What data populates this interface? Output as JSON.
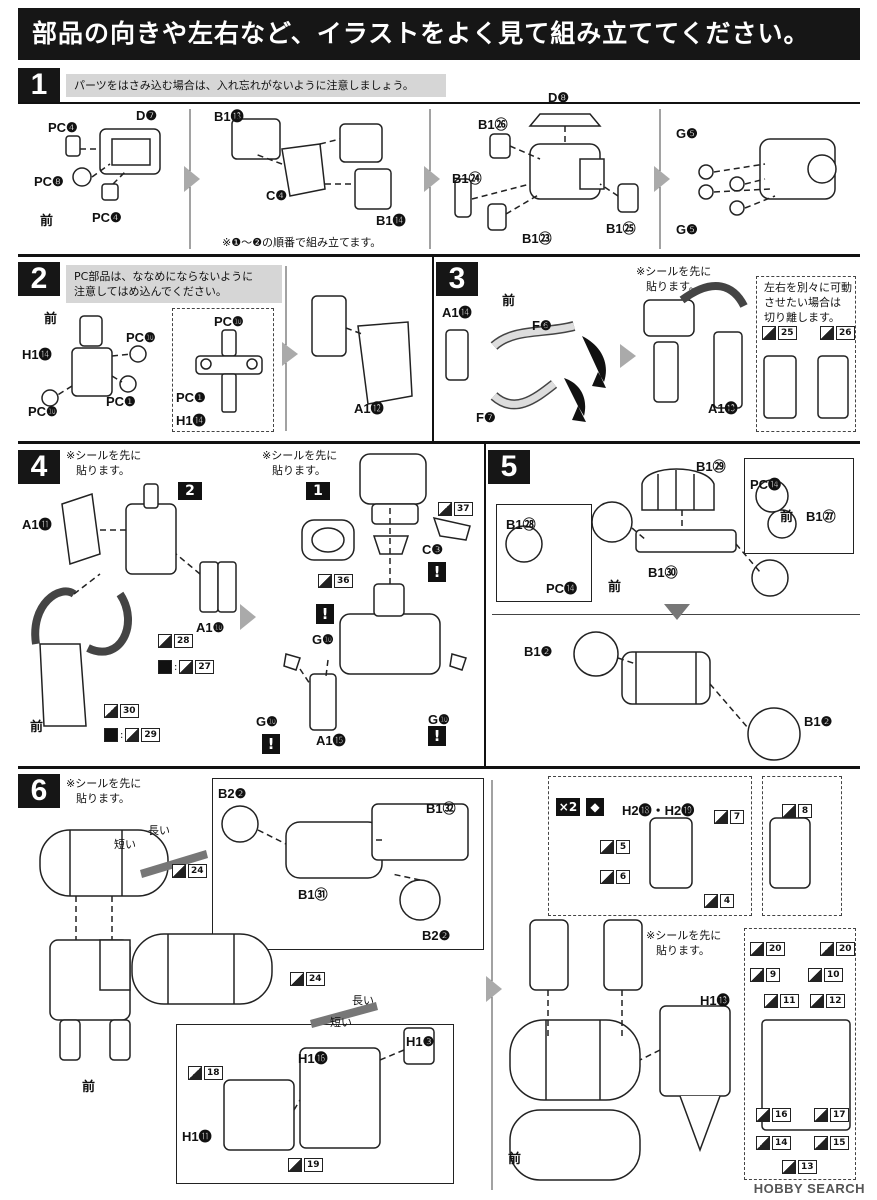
{
  "header": {
    "title": "部品の向きや左右など、イラストをよく見て組み立ててください。"
  },
  "steps": {
    "s1": {
      "num": "1",
      "note": "パーツをはさみ込む場合は、入れ忘れがないように注意しましょう。",
      "order_note": "※❶～❷の順番で組み立てます。",
      "labels": [
        "PC❹",
        "D❼",
        "PC❽",
        "PC❹",
        "前",
        "B1⓭",
        "C❹",
        "B1⓮",
        "D❽",
        "B1㉖",
        "B1㉔",
        "B1㉓",
        "B1㉕",
        "G❺",
        "G❺"
      ]
    },
    "s2": {
      "num": "2",
      "note_line1": "PC部品は、ななめにならないように",
      "note_line2": "注意してはめ込んでください。",
      "labels": [
        "前",
        "H1⓮",
        "PC❿",
        "PC❶",
        "PC❿",
        "PC❿",
        "PC❶",
        "H1⓮",
        "A1⓬"
      ]
    },
    "s3": {
      "num": "3",
      "seal_line1": "※シールを先に",
      "seal_line2": "貼ります。",
      "side_line1": "左右を別々に可動",
      "side_line2": "させたい場合は",
      "side_line3": "切り離します。",
      "labels": [
        "A1⓮",
        "前",
        "F❻",
        "F❼",
        "A1⓭"
      ],
      "stickers": [
        "25",
        "26"
      ]
    },
    "s4": {
      "num": "4",
      "seal_line1": "※シールを先に",
      "seal_line2": "貼ります。",
      "labels": [
        "A1⓫",
        "2",
        "A1❿",
        "前",
        "1",
        "C❸",
        "G❿",
        "G❿",
        "G❿",
        "A1⓯"
      ],
      "stickers": [
        "28",
        "27",
        "30",
        "29",
        "37",
        "36"
      ]
    },
    "s5": {
      "num": "5",
      "labels": [
        "B1㉙",
        "PC⓮",
        "前",
        "B1㉗",
        "B1㉘",
        "PC⓮",
        "前",
        "B1㉚",
        "B1❷",
        "B1❷"
      ]
    },
    "s6": {
      "num": "6",
      "seal_line1": "※シールを先に",
      "seal_line2": "貼ります。",
      "seal2_line1": "※シールを先に",
      "seal2_line2": "貼ります。",
      "long": "長い",
      "short": "短い",
      "labels": [
        "B2❷",
        "B1㉜",
        "B1㉛",
        "B2❷",
        "H1⓰",
        "H1❸",
        "H1⓫",
        "前",
        "H2⓲・H2⓳",
        "H1⓭",
        "前"
      ],
      "multiplier": "×2",
      "stickers": [
        "24",
        "24",
        "18",
        "19",
        "7",
        "5",
        "6",
        "4",
        "8",
        "20",
        "20",
        "9",
        "10",
        "11",
        "12",
        "16",
        "17",
        "14",
        "15",
        "13"
      ]
    }
  },
  "watermark": "HOBBY SEARCH"
}
